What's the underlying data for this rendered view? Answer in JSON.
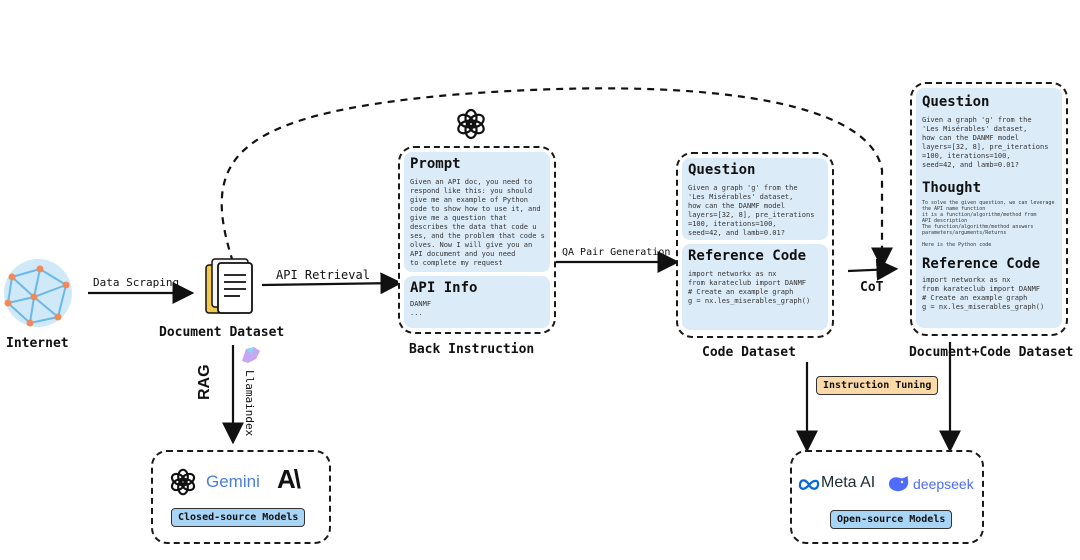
{
  "labels": {
    "internet": "Internet",
    "data_scraping": "Data Scraping",
    "document_dataset": "Document Dataset",
    "api_retrieval": "API Retrieval",
    "back_instruction": "Back Instruction",
    "qa_pair_generation": "QA Pair Generation",
    "code_dataset": "Code Dataset",
    "cot": "CoT",
    "document_code_dataset": "Document+Code Dataset",
    "rag": "RAG",
    "llamaindex": "Llamaindex",
    "instruction_tuning": "Instruction Tuning"
  },
  "back_instruction_card": {
    "prompt_title": "Prompt",
    "prompt_text": "Given an API doc, you need to\nrespond like this: you should\ngive me an example of Python\ncode to show how to use it, and\ngive me a question that\ndescribes the data that code u\nses, and the problem that code s\nolves. Now I will give you an\nAPI document and you need\nto complete my request",
    "api_title": "API Info",
    "api_text": "DANMF\n..."
  },
  "code_card": {
    "question_title": "Question",
    "question_text": "Given a graph 'g' from the\n'Les Misérables' dataset,\nhow can the DANMF model\nlayers=[32, 8], pre_iterations\n=100, iterations=100,\nseed=42, and lamb=0.01?",
    "code_title": "Reference Code",
    "code_text": "import networkx as nx\nfrom karateclub import DANMF\n# Create an example graph\ng = nx.les_miserables_graph()"
  },
  "doc_code_card": {
    "question_title": "Question",
    "question_text": "Given a graph 'g' from the\n'Les Misérables' dataset,\nhow can the DANMF model\nlayers=[32, 8], pre_iterations\n=100, iterations=100,\nseed=42, and lamb=0.01?",
    "thought_title": "Thought",
    "thought_text": "To solve the given question, we can leverage\nthe API name function\nit is a function/algorithm/method from\nAPI description\nThe function/algorithm/method answers\nparameters/arguments/Returns\n\nHere is the Python code",
    "code_title": "Reference Code",
    "code_text": "import networkx as nx\nfrom karateclub import DANMF\n# Create an example graph\ng = nx.les_miserables_graph()"
  },
  "closed_models": {
    "gemini": "Gemini",
    "anthropic": "A\\",
    "tag": "Closed-source Models"
  },
  "open_models": {
    "meta": "Meta AI",
    "deepseek": "deepseek",
    "tag": "Open-source Models"
  },
  "colors": {
    "panel": "#dcebf8",
    "tag_blue": "#a8d4f5",
    "tag_orange": "#fbd9a9",
    "gemini": "#4a7fd8",
    "deepseek": "#4d6bfe",
    "meta": "#0668e1"
  }
}
